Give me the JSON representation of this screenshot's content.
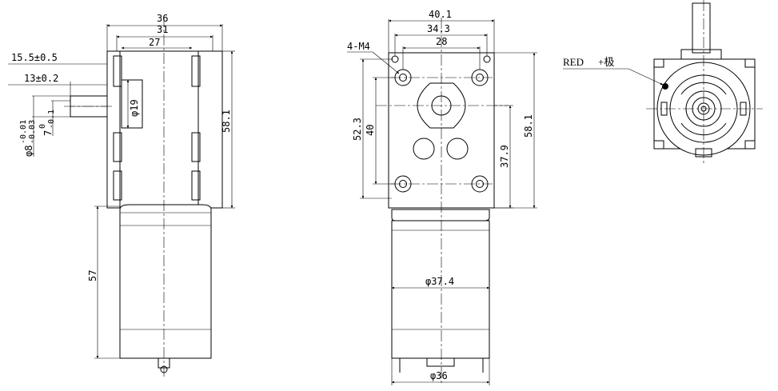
{
  "views": {
    "side": {
      "dims": {
        "overall_width": "36",
        "mid_width": "31",
        "inner_width": "27",
        "shaft_len_a": "15.5±0.5",
        "shaft_len_b": "13±0.2",
        "shaft_dia_base": "φ8",
        "shaft_dia_tol_upper": "-0.01",
        "shaft_dia_tol_lower": "-0.03",
        "flat_base": "7",
        "flat_tol_upper": "0",
        "flat_tol_lower": "-0.1",
        "boss_dia": "φ19",
        "gearbox_height": "58.1",
        "motor_length": "57"
      }
    },
    "front": {
      "dims": {
        "overall_width": "40.1",
        "mid_width": "34.3",
        "hole_spacing": "28",
        "thread_callout": "4-M4",
        "hole_vertical_span": "52.3",
        "hole_vertical_inner": "40",
        "shaft_offset": "37.9",
        "gearbox_height": "58.1",
        "motor_dia": "φ37.4",
        "end_cap_dia": "φ36"
      }
    },
    "end": {
      "labels": {
        "terminal_color": "RED",
        "terminal_polarity": "+极"
      }
    }
  }
}
